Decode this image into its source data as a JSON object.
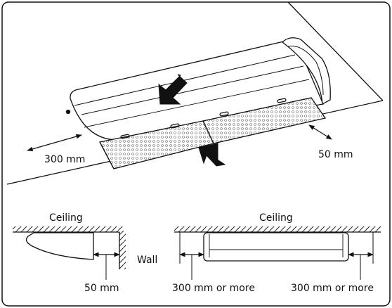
{
  "top_view": {
    "left_clearance": "300 mm",
    "right_clearance": "50 mm"
  },
  "side_view": {
    "ceiling_label": "Ceiling",
    "wall_label": "Wall",
    "wall_clearance": "50 mm"
  },
  "front_view": {
    "ceiling_label": "Ceiling",
    "left_clearance": "300 mm or more",
    "right_clearance": "300 mm or more"
  }
}
